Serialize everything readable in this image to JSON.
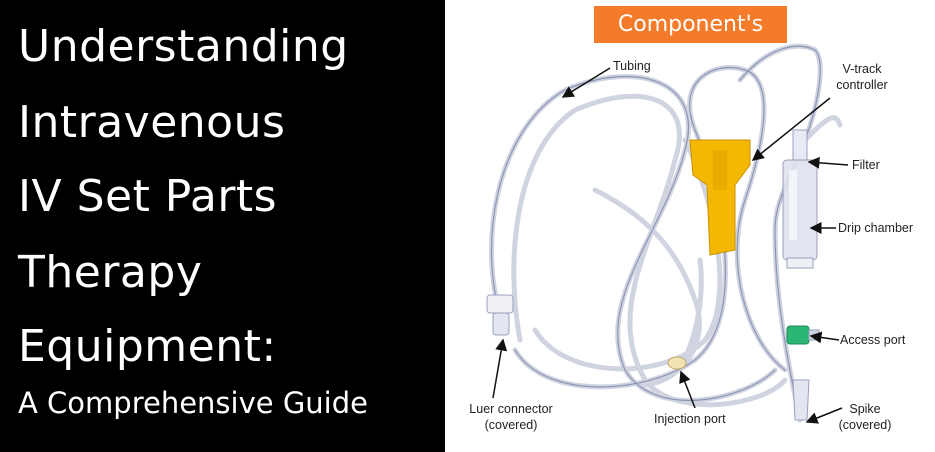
{
  "title": {
    "lines": [
      "Understanding",
      "Intravenous",
      "IV Set Parts",
      "Therapy",
      "Equipment:"
    ],
    "subtitle": "A Comprehensive Guide"
  },
  "badge": "Component's",
  "labels": {
    "tubing": "Tubing",
    "vtrack_line1": "V-track",
    "vtrack_line2": "controller",
    "filter": "Filter",
    "drip_chamber": "Drip chamber",
    "access_port": "Access port",
    "spike_line1": "Spike",
    "spike_line2": "(covered)",
    "luer_line1": "Luer connector",
    "luer_line2": "(covered)",
    "injection_port": "Injection port"
  },
  "colors": {
    "background_left": "#000000",
    "badge": "#f47b2a",
    "clamp": "#f5b800",
    "access_port": "#2bb673",
    "tubing": "#b9bfd6"
  }
}
